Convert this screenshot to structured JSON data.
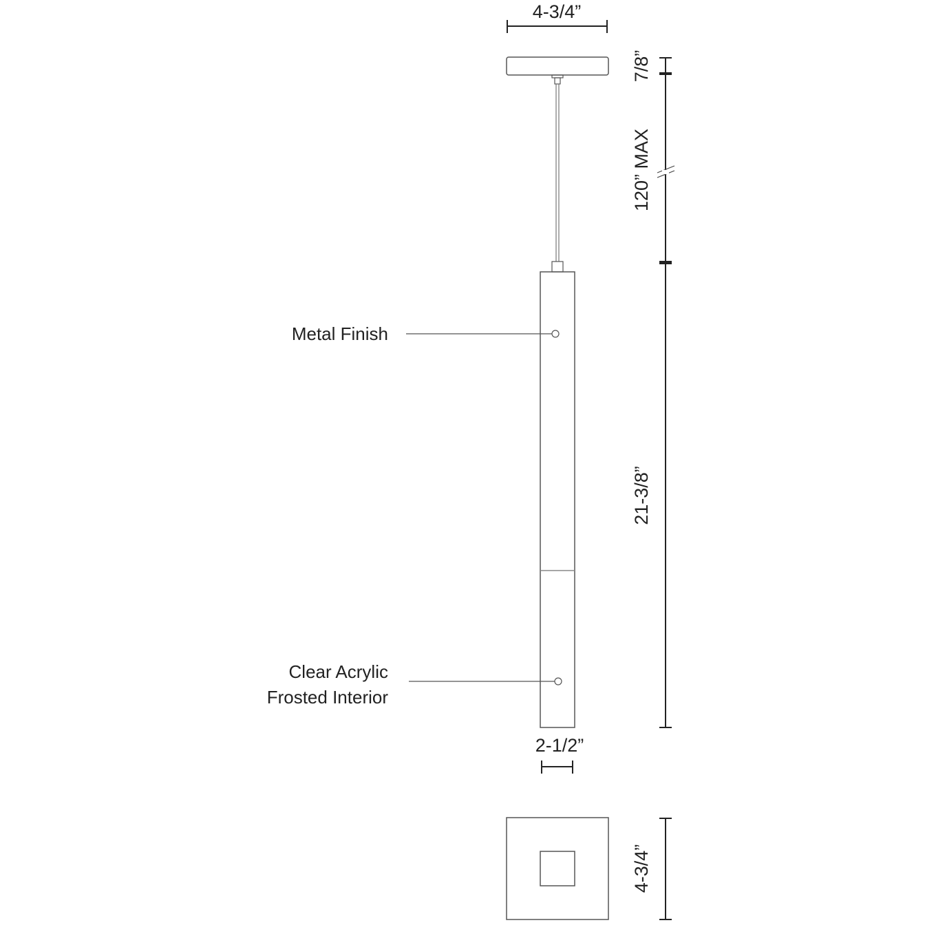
{
  "dimensions": {
    "canopy_width": "4-3/4”",
    "canopy_height": "7/8”",
    "cord_length": "120” MAX",
    "body_length": "21-3/8”",
    "body_width": "2-1/2”",
    "canopy_top_view": "4-3/4”"
  },
  "callouts": {
    "metal": "Metal Finish",
    "acrylic_line1": "Clear Acrylic",
    "acrylic_line2": "Frosted Interior"
  },
  "colors": {
    "line": "#333333",
    "text": "#222222"
  }
}
